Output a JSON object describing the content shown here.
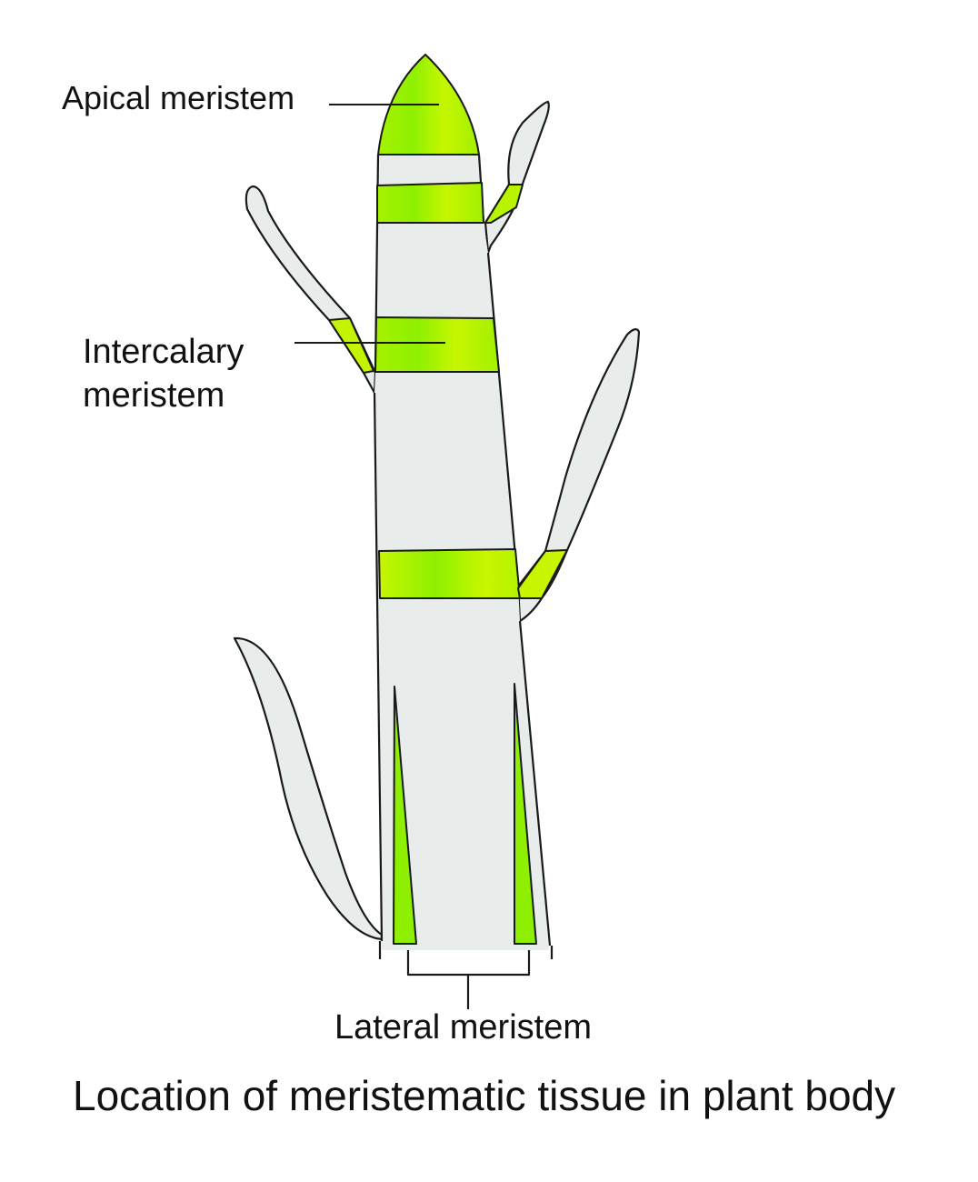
{
  "labels": {
    "apical": "Apical meristem",
    "intercalary_line1": "Intercalary",
    "intercalary_line2": "meristem",
    "lateral": "Lateral meristem"
  },
  "caption": "Location of meristematic tissue in plant body",
  "colors": {
    "tissue": "#e8ecea",
    "meristem_green": "#8ef000",
    "meristem_yellow": "#ccf700",
    "outline": "#1a1a1a"
  }
}
